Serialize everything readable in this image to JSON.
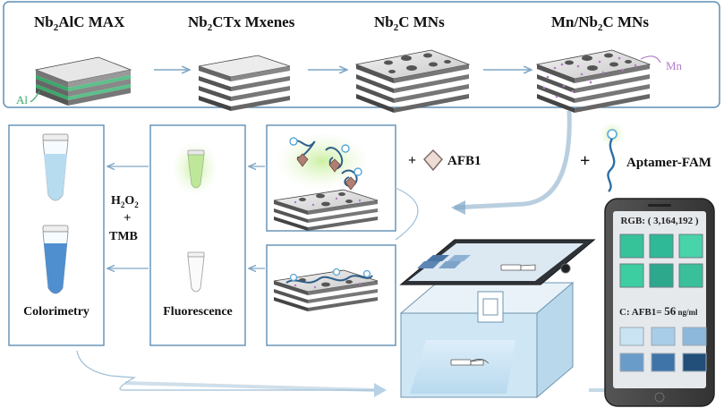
{
  "top_row": {
    "stage_1": {
      "name_base": "Nb",
      "name_sub": "2",
      "name_rest": "AlC  MAX",
      "element_label": "Al"
    },
    "stage_2": {
      "name_base": "Nb",
      "name_sub": "2",
      "name_rest": "CTx  Mxenes"
    },
    "stage_3": {
      "name_base": "Nb",
      "name_sub": "2",
      "name_rest": "C MNs"
    },
    "stage_4": {
      "name_pre": "Mn/Nb",
      "name_sub": "2",
      "name_rest": "C MNs",
      "element_label": "Mn"
    }
  },
  "reagents": {
    "aptamer": "Aptamer-FAM",
    "aptamer_plus": "+",
    "afb1": "AFB1",
    "afb1_plus": "+",
    "h2o2_base": "H",
    "h2o2_sub1": "2",
    "h2o2_mid": "O",
    "h2o2_sub2": "2",
    "h2o2_plus": "+",
    "tmb": "TMB"
  },
  "panels": {
    "colorimetry": "Colorimetry",
    "fluorescence": "Fluorescence"
  },
  "phone": {
    "rgb_label": "RGB: ( 3,164,192 )",
    "result_prefix": "C:  AFB1= ",
    "result_value": "56",
    "result_unit": " ng/ml"
  },
  "colors": {
    "panel_border": "#5f8fb3",
    "arrow": "#7fa7c7",
    "green_swatch": "#36c39a",
    "blue_liquid": "#4f8fd0",
    "light_blue_liquid": "#b7dcef",
    "fluorescence_glow": "#a9e27a",
    "mn_dot": "#b07cc6",
    "al_layer": "#3aa86a"
  },
  "swatches_top": [
    "#36c39a",
    "#2fb996",
    "#48d3a9",
    "#3ccda0",
    "#2ea88c",
    "#39c09a"
  ],
  "swatches_bottom": [
    "#c9e3f3",
    "#a8cde8",
    "#8db8dc",
    "#6a9cc9",
    "#3f74a8",
    "#214f7a"
  ]
}
